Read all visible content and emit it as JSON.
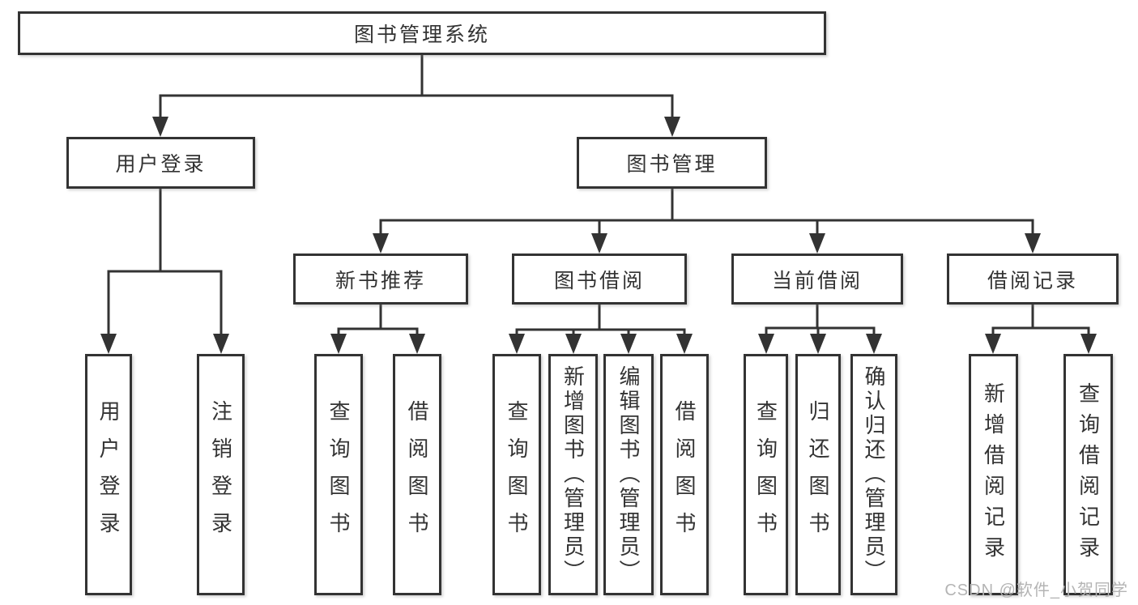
{
  "tree": {
    "label": "图书管理系统",
    "children": [
      {
        "label": "用户登录",
        "children": [
          {
            "label": "用户登录"
          },
          {
            "label": "注销登录"
          }
        ]
      },
      {
        "label": "图书管理",
        "children": [
          {
            "label": "新书推荐",
            "children": [
              {
                "label": "查询图书"
              },
              {
                "label": "借阅图书"
              }
            ]
          },
          {
            "label": "图书借阅",
            "children": [
              {
                "label": "查询图书"
              },
              {
                "label": "新增图书（管理员）"
              },
              {
                "label": "编辑图书（管理员）"
              },
              {
                "label": "借阅图书"
              }
            ]
          },
          {
            "label": "当前借阅",
            "children": [
              {
                "label": "查询图书"
              },
              {
                "label": "归还图书"
              },
              {
                "label": "确认归还（管理员）"
              }
            ]
          },
          {
            "label": "借阅记录",
            "children": [
              {
                "label": "新增借阅记录"
              },
              {
                "label": "查询借阅记录"
              }
            ]
          }
        ]
      }
    ]
  },
  "colors": {
    "line": "#333333",
    "box_border": "#333333",
    "box_fill": "#ffffff",
    "text": "#333333",
    "watermark": "#b4b4b4"
  },
  "watermark": {
    "text": "CSDN @软件_小贺同学"
  }
}
